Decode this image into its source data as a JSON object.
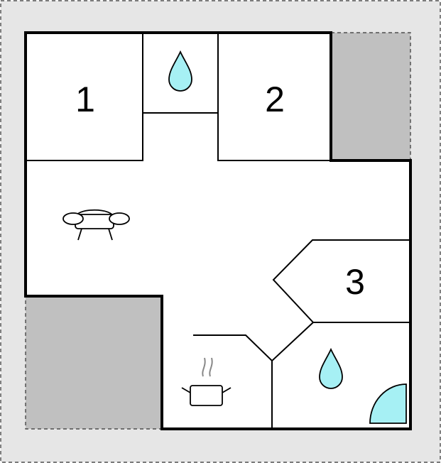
{
  "floor_plan": {
    "rooms": [
      {
        "label": "1"
      },
      {
        "label": "2"
      },
      {
        "label": "3"
      }
    ],
    "icons": [
      {
        "name": "water-drop-icon",
        "room": "bathroom-1"
      },
      {
        "name": "water-drop-icon",
        "room": "bathroom-2"
      },
      {
        "name": "sofa-icon",
        "room": "living-room"
      },
      {
        "name": "cooking-pot-icon",
        "room": "kitchen"
      },
      {
        "name": "shower-icon",
        "room": "bathroom-2"
      }
    ],
    "colors": {
      "background": "#e6e6e6",
      "terrace": "#c0c0c0",
      "floor": "#ffffff",
      "wall": "#000000",
      "water": "#a6f0f4"
    }
  }
}
